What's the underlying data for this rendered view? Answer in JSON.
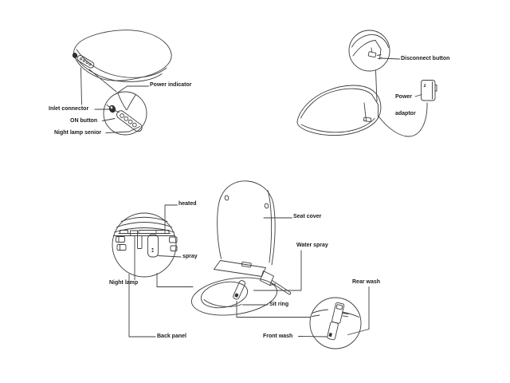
{
  "page": {
    "background_color": "#ffffff",
    "line_color": "#3d3d3d",
    "text_color": "#1c1c1c"
  },
  "diagrams": {
    "side_view": {
      "labels": {
        "power_indicator": "Power indicator",
        "inlet_connector": "Inlet connector",
        "on_button": "ON button",
        "night_lamp_senior": "Night lamp senior"
      }
    },
    "rear_view": {
      "plug_mark": "z",
      "labels": {
        "disconnect_button": "Disconnect button",
        "power_adaptor_line1": "Power",
        "power_adaptor_line2": "adaptor"
      }
    },
    "open_view": {
      "labels": {
        "heated": "heated",
        "spray": "spray",
        "night_lamp": "Night lamp",
        "back_panel": "Back panel",
        "seat_cover": "Seat cover",
        "water_spray": "Water spray",
        "sit_ring": "Sit ring",
        "rear_wash": "Rear wash",
        "front_wash": "Front wash"
      }
    }
  }
}
